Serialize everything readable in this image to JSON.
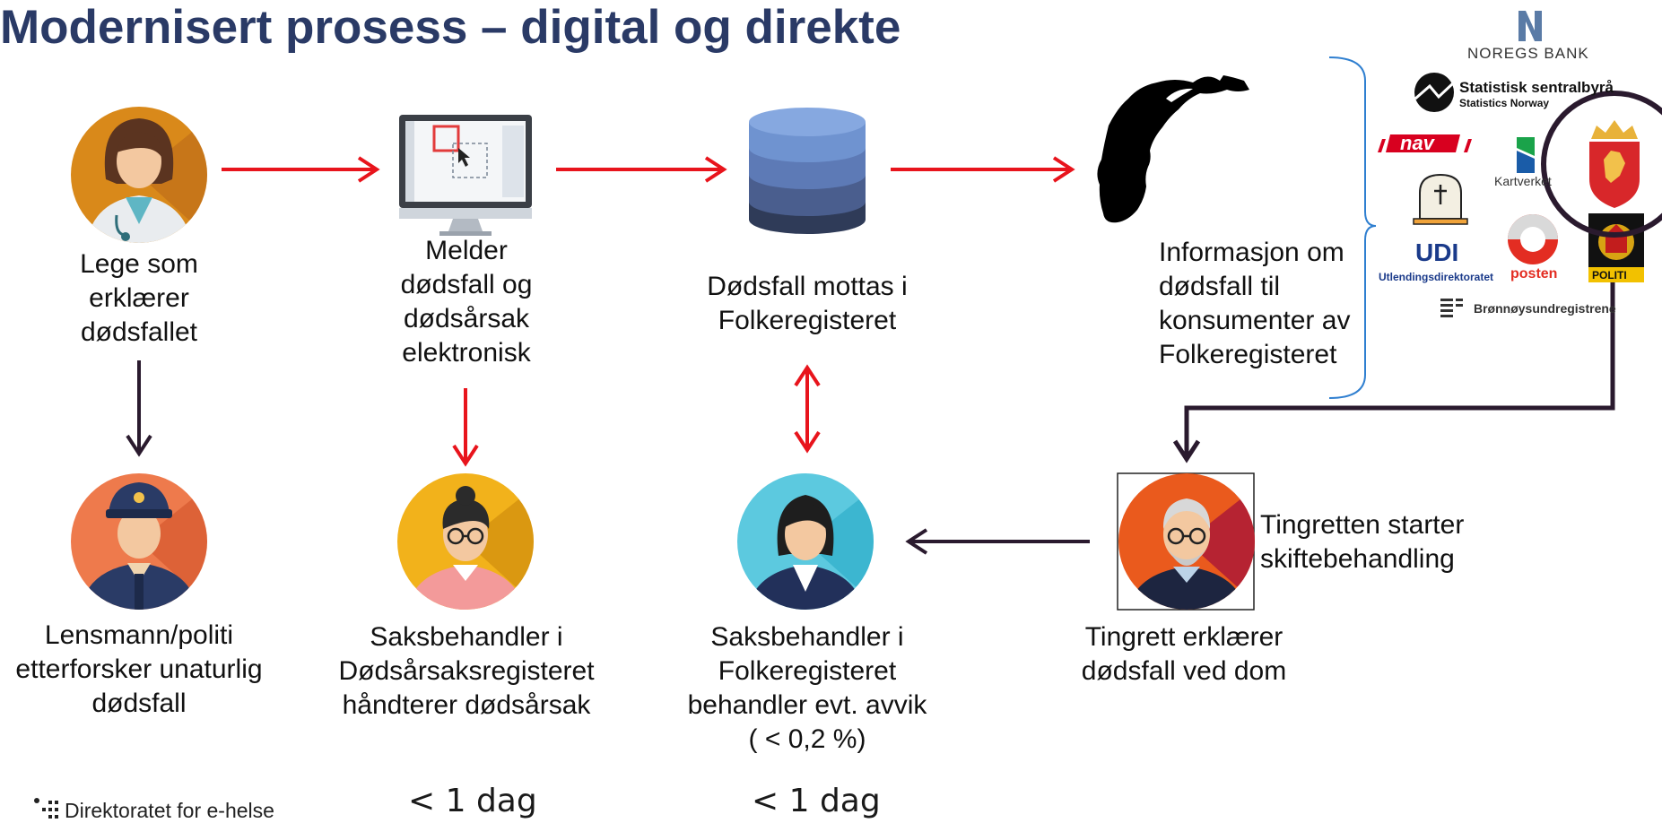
{
  "title": "Modernisert prosess – digital og direkte",
  "steps": {
    "lege": [
      "Lege som",
      "erklærer",
      "dødsfallet"
    ],
    "melder": [
      "Melder",
      "dødsfall og",
      "dødsårsak",
      "elektronisk"
    ],
    "mottas": [
      "Dødsfall mottas i",
      "Folkeregisteret"
    ],
    "informasjon": [
      "Informasjon om",
      "dødsfall til",
      "konsumenter av",
      "Folkeregisteret"
    ],
    "lensmann": [
      "Lensmann/politi",
      "etterforsker unaturlig",
      "dødsfall"
    ],
    "saks_dods": [
      "Saksbehandler i",
      "Dødsårsaksregisteret",
      "håndterer dødsårsak"
    ],
    "saks_folk": [
      "Saksbehandler i",
      "Folkeregisteret",
      "behandler evt. avvik",
      "( < 0,2 %)"
    ],
    "tingrett": [
      "Tingrett erklærer",
      "dødsfall ved dom"
    ],
    "tingretten_starter": [
      "Tingretten starter",
      "skiftebehandling"
    ]
  },
  "durations": {
    "first": "< 1 dag",
    "second": "< 1 dag"
  },
  "footer_logo": "Direktoratet for e-helse",
  "consumer_logos": {
    "noregs_bank": "NOREGS BANK",
    "ssb_line1": "Statistisk sentralbyrå",
    "ssb_line2": "Statistics Norway",
    "nav": "nav",
    "kartverket": "Kartverket",
    "udi_mark": "UDI",
    "udi_name": "Utlendingsdirektoratet",
    "posten": "posten",
    "politi": "POLITI",
    "bronnoysund": "Brønnøysundregistrene"
  },
  "colors": {
    "title": "#2a3a66",
    "arrow_red": "#e8141c",
    "arrow_dark": "#2a1a2e",
    "brace_blue": "#2f7fd0"
  }
}
